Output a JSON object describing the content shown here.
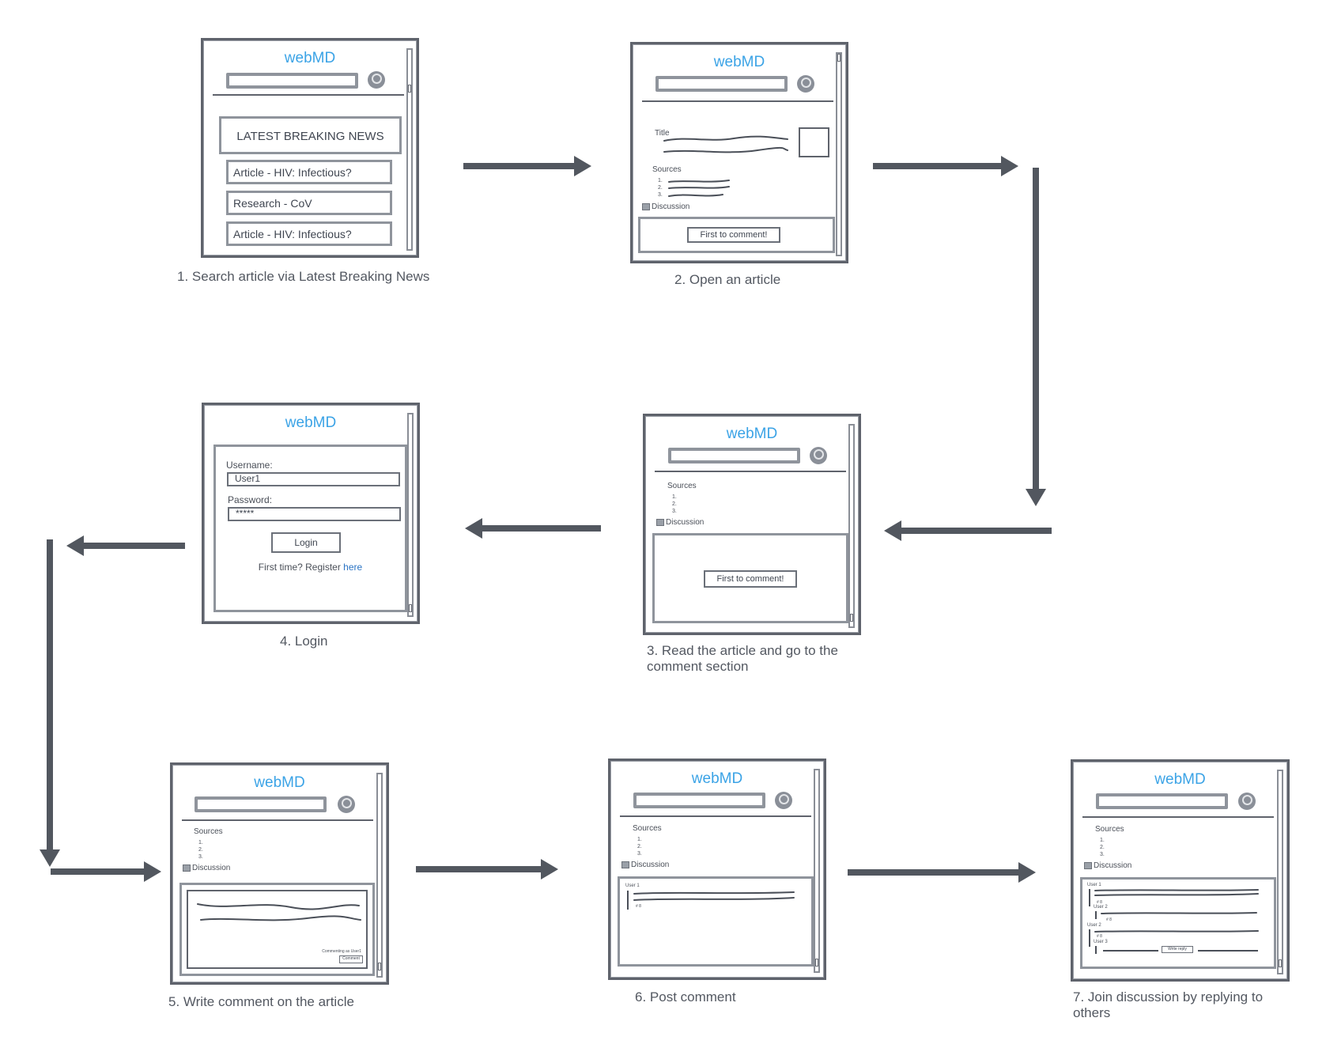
{
  "logo": "webMD",
  "steps": [
    {
      "caption": "1. Search article via Latest Breaking News",
      "banner": "LATEST BREAKING NEWS",
      "items": [
        "Article - HIV: Infectious?",
        "Research - CoV",
        "Article - HIV: Infectious?"
      ]
    },
    {
      "caption": "2. Open an article",
      "title_label": "Title",
      "sources_label": "Sources",
      "list": [
        "1.",
        "2.",
        "3."
      ],
      "discussion_label": "Discussion",
      "comment_button": "First to comment!"
    },
    {
      "caption": "3. Read the article and go to the comment section",
      "sources_label": "Sources",
      "list": [
        "1.",
        "2.",
        "3."
      ],
      "discussion_label": "Discussion",
      "comment_button": "First to comment!"
    },
    {
      "caption": "4. Login",
      "username_label": "Username:",
      "username_value": "User1",
      "password_label": "Password:",
      "password_value": "*****",
      "login_button": "Login",
      "register_text": "First time? Register",
      "register_link": "here"
    },
    {
      "caption": "5. Write comment on the article",
      "sources_label": "Sources",
      "list": [
        "1.",
        "2.",
        "3."
      ],
      "discussion_label": "Discussion",
      "commenting_as": "Commenting as User1",
      "comment_button": "Comment"
    },
    {
      "caption": "6. Post comment",
      "sources_label": "Sources",
      "list": [
        "1.",
        "2.",
        "3."
      ],
      "discussion_label": "Discussion",
      "user": "User 1",
      "votes": "# 8"
    },
    {
      "caption": "7. Join discussion by replying to others",
      "sources_label": "Sources",
      "list": [
        "1.",
        "2.",
        "3."
      ],
      "discussion_label": "Discussion",
      "users": [
        "User 1",
        "User 2",
        "User 2",
        "User 3"
      ],
      "votes": "# 8",
      "reply_button": "Write reply"
    }
  ]
}
